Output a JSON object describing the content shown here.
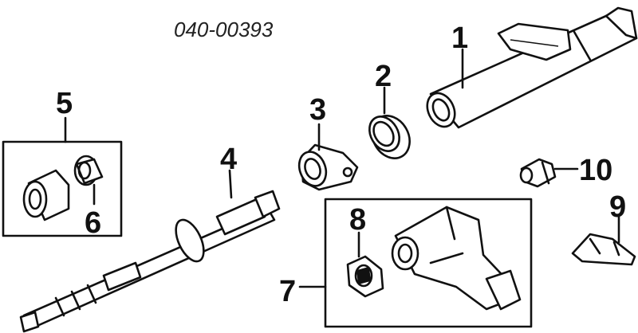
{
  "part_number": "040-00393",
  "callouts": [
    "1",
    "2",
    "3",
    "4",
    "5",
    "6",
    "7",
    "8",
    "9",
    "10"
  ]
}
